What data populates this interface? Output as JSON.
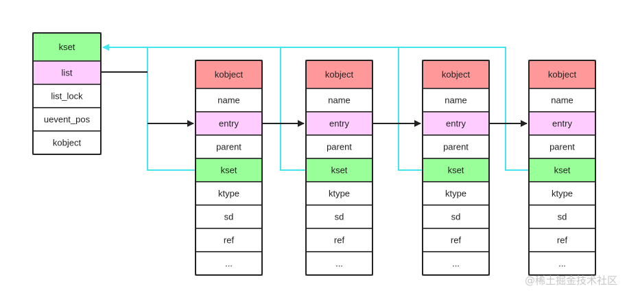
{
  "kset_struct": {
    "fields": [
      "kset",
      "list",
      "list_lock",
      "uevent_pos",
      "kobject"
    ]
  },
  "kobject_structs": [
    {
      "fields": [
        "kobject",
        "name",
        "entry",
        "parent",
        "kset",
        "ktype",
        "sd",
        "ref",
        "..."
      ]
    },
    {
      "fields": [
        "kobject",
        "name",
        "entry",
        "parent",
        "kset",
        "ktype",
        "sd",
        "ref",
        "..."
      ]
    },
    {
      "fields": [
        "kobject",
        "name",
        "entry",
        "parent",
        "kset",
        "ktype",
        "sd",
        "ref",
        "..."
      ]
    },
    {
      "fields": [
        "kobject",
        "name",
        "entry",
        "parent",
        "kset",
        "ktype",
        "sd",
        "ref",
        "..."
      ]
    }
  ],
  "colors": {
    "header_red": "#ff9999",
    "kset_green": "#99ff99",
    "list_pink": "#ffccff",
    "plain": "#ffffff",
    "cyan_link": "#44e6ee",
    "black_link": "#222222"
  },
  "watermark": "@稀土掘金技术社区"
}
